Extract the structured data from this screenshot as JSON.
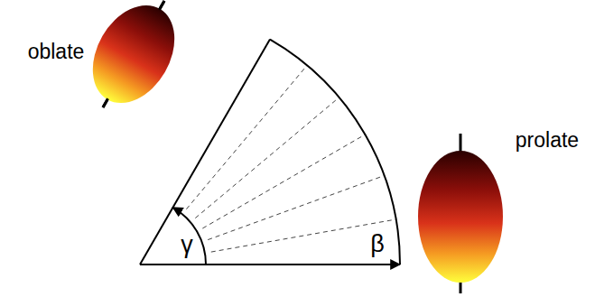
{
  "diagram": {
    "labels": [
      "oblate",
      "prolate",
      "γ",
      "β"
    ]
  }
}
